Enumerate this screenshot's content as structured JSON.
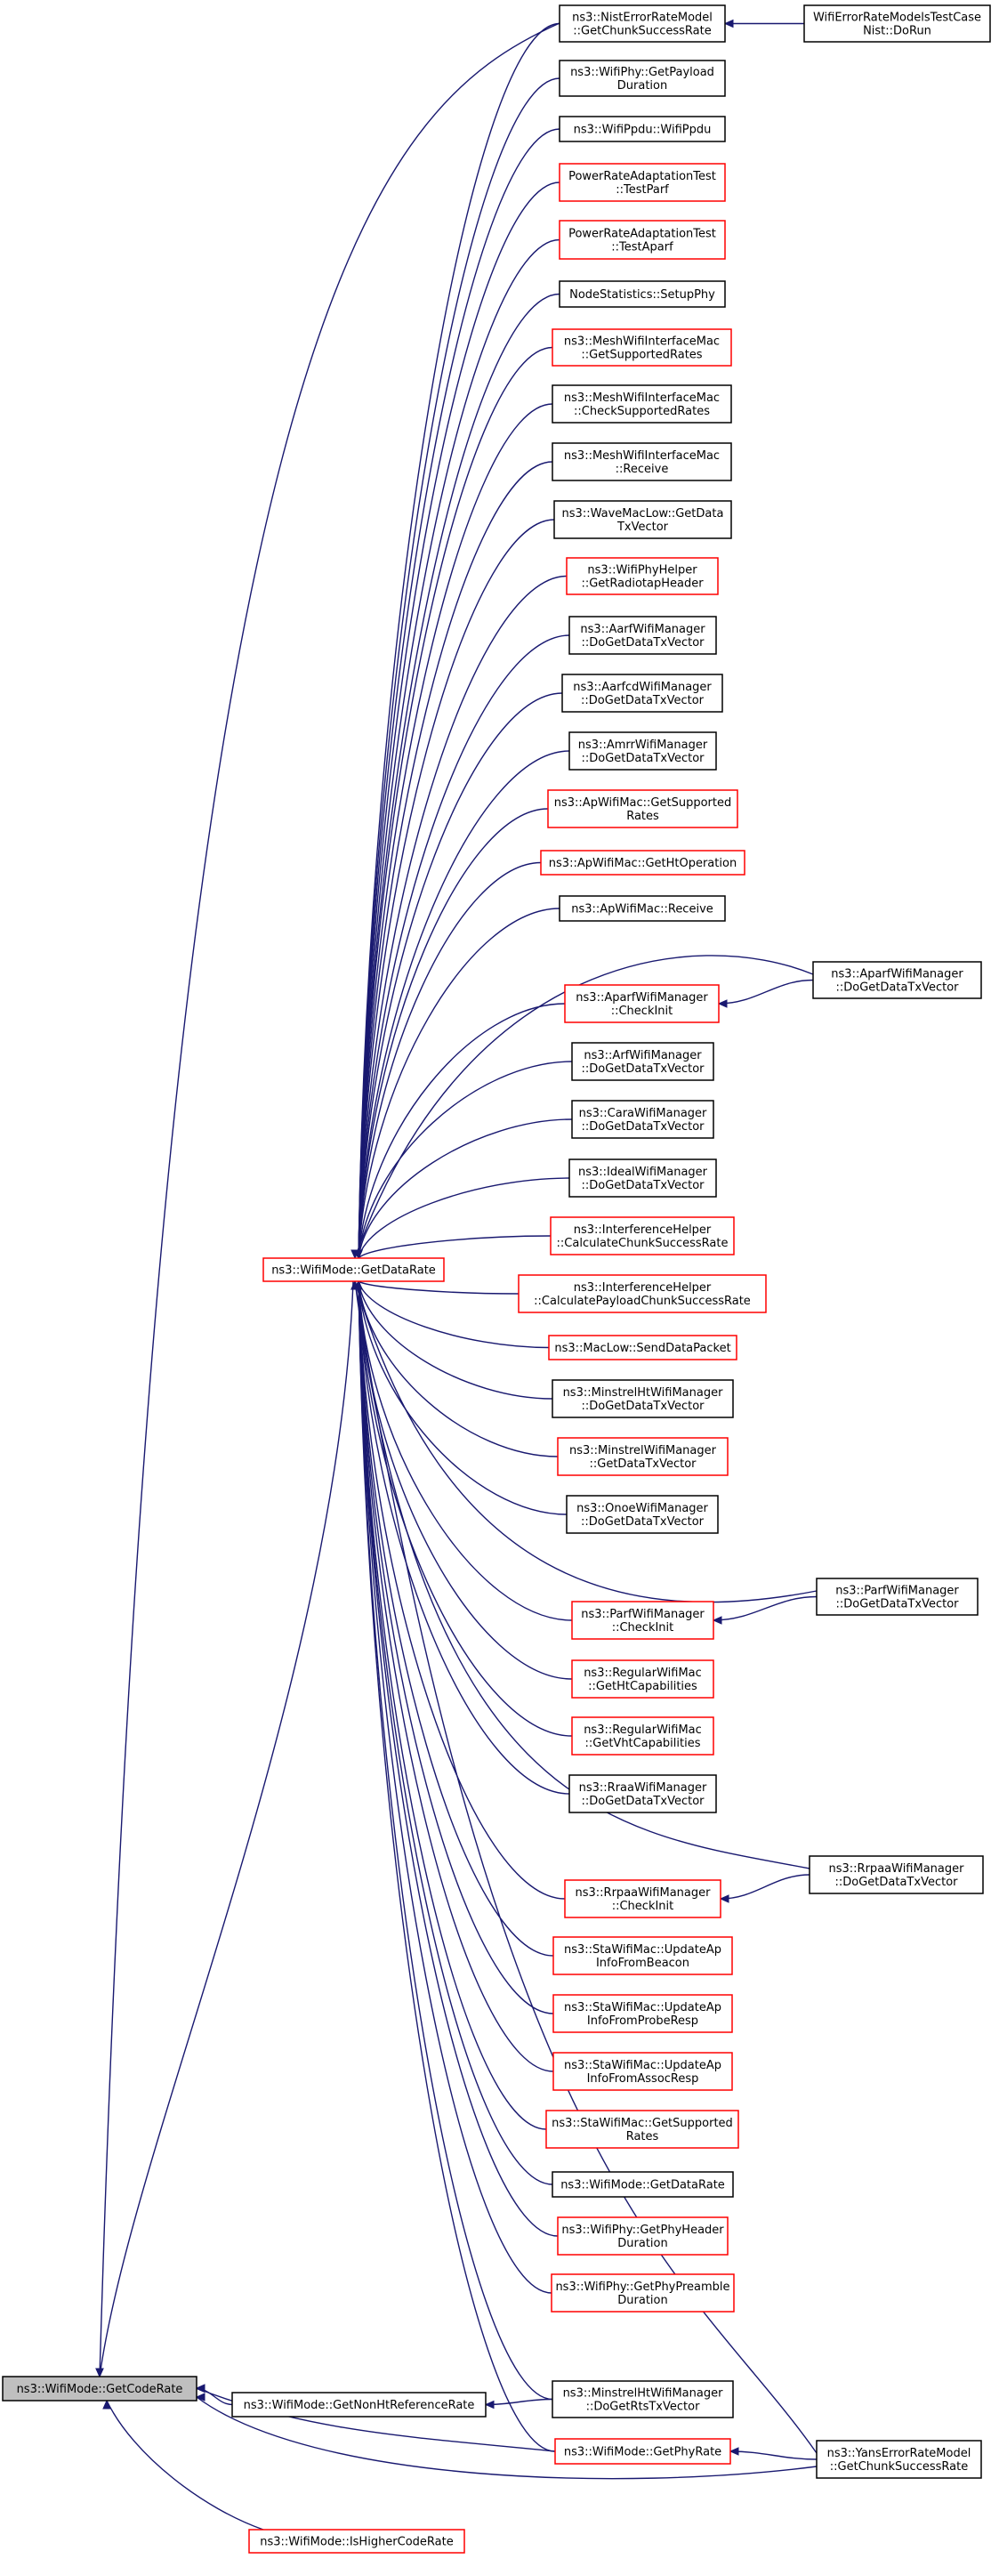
{
  "diagram": {
    "accent_color": "#191970",
    "nodes": [
      {
        "id": "root",
        "lines": [
          "ns3::WifiMode::GetCodeRate"
        ],
        "style": "root"
      },
      {
        "id": "getdatarate",
        "lines": [
          "ns3::WifiMode::GetDataRate"
        ],
        "style": "red"
      },
      {
        "id": "nonht",
        "lines": [
          "ns3::WifiMode::GetNonHtReferenceRate"
        ],
        "style": "black"
      },
      {
        "id": "ishigher",
        "lines": [
          "ns3::WifiMode::IsHigherCodeRate"
        ],
        "style": "red"
      },
      {
        "id": "nist",
        "lines": [
          "ns3::NistErrorRateModel",
          "::GetChunkSuccessRate"
        ],
        "style": "black"
      },
      {
        "id": "nisttest",
        "lines": [
          "WifiErrorRateModelsTestCase",
          "Nist::DoRun"
        ],
        "style": "black"
      },
      {
        "id": "payload",
        "lines": [
          "ns3::WifiPhy::GetPayload",
          "Duration"
        ],
        "style": "black"
      },
      {
        "id": "ppdu",
        "lines": [
          "ns3::WifiPpdu::WifiPpdu"
        ],
        "style": "black"
      },
      {
        "id": "parf_test",
        "lines": [
          "PowerRateAdaptationTest",
          "::TestParf"
        ],
        "style": "red"
      },
      {
        "id": "aparf_test",
        "lines": [
          "PowerRateAdaptationTest",
          "::TestAparf"
        ],
        "style": "red"
      },
      {
        "id": "nodestats",
        "lines": [
          "NodeStatistics::SetupPhy"
        ],
        "style": "black"
      },
      {
        "id": "mesh_supp",
        "lines": [
          "ns3::MeshWifiInterfaceMac",
          "::GetSupportedRates"
        ],
        "style": "red"
      },
      {
        "id": "mesh_check",
        "lines": [
          "ns3::MeshWifiInterfaceMac",
          "::CheckSupportedRates"
        ],
        "style": "black"
      },
      {
        "id": "mesh_recv",
        "lines": [
          "ns3::MeshWifiInterfaceMac",
          "::Receive"
        ],
        "style": "black"
      },
      {
        "id": "wave",
        "lines": [
          "ns3::WaveMacLow::GetData",
          "TxVector"
        ],
        "style": "black"
      },
      {
        "id": "radiotap",
        "lines": [
          "ns3::WifiPhyHelper",
          "::GetRadiotapHeader"
        ],
        "style": "red"
      },
      {
        "id": "aarf",
        "lines": [
          "ns3::AarfWifiManager",
          "::DoGetDataTxVector"
        ],
        "style": "black"
      },
      {
        "id": "aarfcd",
        "lines": [
          "ns3::AarfcdWifiManager",
          "::DoGetDataTxVector"
        ],
        "style": "black"
      },
      {
        "id": "amrr",
        "lines": [
          "ns3::AmrrWifiManager",
          "::DoGetDataTxVector"
        ],
        "style": "black"
      },
      {
        "id": "ap_supp",
        "lines": [
          "ns3::ApWifiMac::GetSupported",
          "Rates"
        ],
        "style": "red"
      },
      {
        "id": "ap_ht",
        "lines": [
          "ns3::ApWifiMac::GetHtOperation"
        ],
        "style": "red"
      },
      {
        "id": "ap_recv",
        "lines": [
          "ns3::ApWifiMac::Receive"
        ],
        "style": "black"
      },
      {
        "id": "aparf_get",
        "lines": [
          "ns3::AparfWifiManager",
          "::DoGetDataTxVector"
        ],
        "style": "black"
      },
      {
        "id": "aparf_init",
        "lines": [
          "ns3::AparfWifiManager",
          "::CheckInit"
        ],
        "style": "red"
      },
      {
        "id": "arf",
        "lines": [
          "ns3::ArfWifiManager",
          "::DoGetDataTxVector"
        ],
        "style": "black"
      },
      {
        "id": "cara",
        "lines": [
          "ns3::CaraWifiManager",
          "::DoGetDataTxVector"
        ],
        "style": "black"
      },
      {
        "id": "ideal",
        "lines": [
          "ns3::IdealWifiManager",
          "::DoGetDataTxVector"
        ],
        "style": "black"
      },
      {
        "id": "interf_chunk",
        "lines": [
          "ns3::InterferenceHelper",
          "::CalculateChunkSuccessRate"
        ],
        "style": "red"
      },
      {
        "id": "interf_payload",
        "lines": [
          "ns3::InterferenceHelper",
          "::CalculatePayloadChunkSuccessRate"
        ],
        "style": "red"
      },
      {
        "id": "maclow",
        "lines": [
          "ns3::MacLow::SendDataPacket"
        ],
        "style": "red"
      },
      {
        "id": "minstrelht",
        "lines": [
          "ns3::MinstrelHtWifiManager",
          "::DoGetDataTxVector"
        ],
        "style": "black"
      },
      {
        "id": "minstrel",
        "lines": [
          "ns3::MinstrelWifiManager",
          "::GetDataTxVector"
        ],
        "style": "red"
      },
      {
        "id": "onoe",
        "lines": [
          "ns3::OnoeWifiManager",
          "::DoGetDataTxVector"
        ],
        "style": "black"
      },
      {
        "id": "parf_get",
        "lines": [
          "ns3::ParfWifiManager",
          "::DoGetDataTxVector"
        ],
        "style": "black"
      },
      {
        "id": "parf_init",
        "lines": [
          "ns3::ParfWifiManager",
          "::CheckInit"
        ],
        "style": "red"
      },
      {
        "id": "reg_ht",
        "lines": [
          "ns3::RegularWifiMac",
          "::GetHtCapabilities"
        ],
        "style": "red"
      },
      {
        "id": "reg_vht",
        "lines": [
          "ns3::RegularWifiMac",
          "::GetVhtCapabilities"
        ],
        "style": "red"
      },
      {
        "id": "rraa",
        "lines": [
          "ns3::RraaWifiManager",
          "::DoGetDataTxVector"
        ],
        "style": "black"
      },
      {
        "id": "rrpaa_get",
        "lines": [
          "ns3::RrpaaWifiManager",
          "::DoGetDataTxVector"
        ],
        "style": "black"
      },
      {
        "id": "rrpaa_init",
        "lines": [
          "ns3::RrpaaWifiManager",
          "::CheckInit"
        ],
        "style": "red"
      },
      {
        "id": "sta_beacon",
        "lines": [
          "ns3::StaWifiMac::UpdateAp",
          "InfoFromBeacon"
        ],
        "style": "red"
      },
      {
        "id": "sta_probe",
        "lines": [
          "ns3::StaWifiMac::UpdateAp",
          "InfoFromProbeResp"
        ],
        "style": "red"
      },
      {
        "id": "sta_assoc",
        "lines": [
          "ns3::StaWifiMac::UpdateAp",
          "InfoFromAssocResp"
        ],
        "style": "red"
      },
      {
        "id": "sta_supp",
        "lines": [
          "ns3::StaWifiMac::GetSupported",
          "Rates"
        ],
        "style": "red"
      },
      {
        "id": "getdatarate2",
        "lines": [
          "ns3::WifiMode::GetDataRate"
        ],
        "style": "black"
      },
      {
        "id": "phyhdr",
        "lines": [
          "ns3::WifiPhy::GetPhyHeader",
          "Duration"
        ],
        "style": "red"
      },
      {
        "id": "phypre",
        "lines": [
          "ns3::WifiPhy::GetPhyPreamble",
          "Duration"
        ],
        "style": "red"
      },
      {
        "id": "minstrelht_rts",
        "lines": [
          "ns3::MinstrelHtWifiManager",
          "::DoGetRtsTxVector"
        ],
        "style": "black"
      },
      {
        "id": "getphyrate",
        "lines": [
          "ns3::WifiMode::GetPhyRate"
        ],
        "style": "red"
      },
      {
        "id": "yans",
        "lines": [
          "ns3::YansErrorRateModel",
          "::GetChunkSuccessRate"
        ],
        "style": "black"
      }
    ],
    "edges": [
      {
        "from": "nist",
        "to": "root"
      },
      {
        "from": "getdatarate",
        "to": "root"
      },
      {
        "from": "nonht",
        "to": "root"
      },
      {
        "from": "getphyrate",
        "to": "root"
      },
      {
        "from": "yans",
        "to": "root"
      },
      {
        "from": "ishigher",
        "to": "root"
      },
      {
        "from": "nisttest",
        "to": "nist"
      },
      {
        "from": "nist",
        "to": "getdatarate"
      },
      {
        "from": "payload",
        "to": "getdatarate"
      },
      {
        "from": "ppdu",
        "to": "getdatarate"
      },
      {
        "from": "parf_test",
        "to": "getdatarate"
      },
      {
        "from": "aparf_test",
        "to": "getdatarate"
      },
      {
        "from": "nodestats",
        "to": "getdatarate"
      },
      {
        "from": "mesh_supp",
        "to": "getdatarate"
      },
      {
        "from": "mesh_check",
        "to": "getdatarate"
      },
      {
        "from": "mesh_recv",
        "to": "getdatarate"
      },
      {
        "from": "wave",
        "to": "getdatarate"
      },
      {
        "from": "radiotap",
        "to": "getdatarate"
      },
      {
        "from": "aarf",
        "to": "getdatarate"
      },
      {
        "from": "aarfcd",
        "to": "getdatarate"
      },
      {
        "from": "amrr",
        "to": "getdatarate"
      },
      {
        "from": "ap_supp",
        "to": "getdatarate"
      },
      {
        "from": "ap_ht",
        "to": "getdatarate"
      },
      {
        "from": "ap_recv",
        "to": "getdatarate"
      },
      {
        "from": "aparf_get",
        "to": "getdatarate"
      },
      {
        "from": "aparf_init",
        "to": "getdatarate"
      },
      {
        "from": "aparf_get",
        "to": "aparf_init"
      },
      {
        "from": "arf",
        "to": "getdatarate"
      },
      {
        "from": "cara",
        "to": "getdatarate"
      },
      {
        "from": "ideal",
        "to": "getdatarate"
      },
      {
        "from": "interf_chunk",
        "to": "getdatarate"
      },
      {
        "from": "interf_payload",
        "to": "getdatarate"
      },
      {
        "from": "maclow",
        "to": "getdatarate"
      },
      {
        "from": "minstrelht",
        "to": "getdatarate"
      },
      {
        "from": "minstrel",
        "to": "getdatarate"
      },
      {
        "from": "onoe",
        "to": "getdatarate"
      },
      {
        "from": "parf_get",
        "to": "getdatarate"
      },
      {
        "from": "parf_init",
        "to": "getdatarate"
      },
      {
        "from": "parf_get",
        "to": "parf_init"
      },
      {
        "from": "reg_ht",
        "to": "getdatarate"
      },
      {
        "from": "reg_vht",
        "to": "getdatarate"
      },
      {
        "from": "rraa",
        "to": "getdatarate"
      },
      {
        "from": "rrpaa_get",
        "to": "getdatarate"
      },
      {
        "from": "rrpaa_init",
        "to": "getdatarate"
      },
      {
        "from": "rrpaa_get",
        "to": "rrpaa_init"
      },
      {
        "from": "sta_beacon",
        "to": "getdatarate"
      },
      {
        "from": "sta_probe",
        "to": "getdatarate"
      },
      {
        "from": "sta_assoc",
        "to": "getdatarate"
      },
      {
        "from": "sta_supp",
        "to": "getdatarate"
      },
      {
        "from": "yans",
        "to": "getdatarate"
      },
      {
        "from": "getdatarate2",
        "to": "getdatarate"
      },
      {
        "from": "phyhdr",
        "to": "getdatarate"
      },
      {
        "from": "phypre",
        "to": "getdatarate"
      },
      {
        "from": "minstrelht_rts",
        "to": "getdatarate"
      },
      {
        "from": "getphyrate",
        "to": "getdatarate"
      },
      {
        "from": "minstrelht_rts",
        "to": "nonht"
      },
      {
        "from": "yans",
        "to": "getphyrate"
      }
    ]
  }
}
